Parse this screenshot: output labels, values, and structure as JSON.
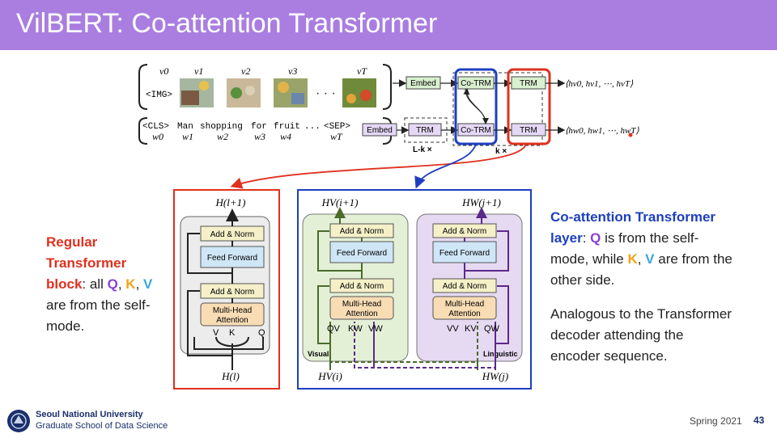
{
  "slide": {
    "title": "VilBERT: Co-attention Transformer",
    "left_text": {
      "part1": "Regular Transformer block",
      "part2": ": all ",
      "q": "Q",
      "comma1": ", ",
      "k": "K",
      "comma2": ", ",
      "v": "V",
      "part3": " are from the self-mode."
    },
    "right_text": {
      "part1": "Co-attention Transformer layer",
      "part2": ": ",
      "q": "Q",
      "part3": " is from the self-mode, while ",
      "k": "K",
      "comma": ", ",
      "v": "V",
      "part4": " are from the other side.",
      "para2": "Analogous to the Transformer decoder attending the encoder sequence."
    },
    "footer": {
      "university": "Seoul National University",
      "school": "Graduate School of Data Science",
      "date": "Spring 2021",
      "page": "43"
    }
  },
  "top_diagram": {
    "v_labels": [
      "v0",
      "v1",
      "v2",
      "v3",
      "vT"
    ],
    "img_token": "<IMG>",
    "dots": "· · ·",
    "text_tokens": [
      "<CLS>",
      "Man",
      "shopping",
      "for",
      "fruit",
      "...",
      "<SEP>"
    ],
    "w_labels": [
      "w0",
      "w1",
      "w2",
      "w3",
      "w4",
      "wT"
    ],
    "embed_label": "Embed",
    "trm_label": "TRM",
    "cotrm_label": "Co-TRM",
    "lk_label": "L-k ×",
    "k_label": "k ×",
    "out_visual": "⟨hv0, hv1, ⋯, hvT⟩",
    "out_text": "⟨hw0, hw1, ⋯, hwT⟩",
    "colors": {
      "blue_box": "#1d3fbf",
      "red_box": "#e0301e",
      "embed_fill": "#e4d8f5",
      "trm_fill": "#d8f0cf"
    }
  },
  "left_block": {
    "h_top": "H(l+1)",
    "h_bottom": "H(l)",
    "add_norm": "Add & Norm",
    "feed_forward": "Feed Forward",
    "mha_line1": "Multi-Head",
    "mha_line2": "Attention",
    "inputs": [
      "V",
      "K",
      "Q"
    ]
  },
  "right_block": {
    "hv_top": "HV(i+1)",
    "hw_top": "HW(j+1)",
    "hv_bottom": "HV(i)",
    "hw_bottom": "HW(j)",
    "add_norm": "Add & Norm",
    "feed_forward": "Feed Forward",
    "mha_line1": "Multi-Head",
    "mha_line2": "Attention",
    "visual_inputs": [
      "QV",
      "KW",
      "VW"
    ],
    "linguistic_inputs": [
      "VV",
      "KV",
      "QW"
    ],
    "visual_label": "Visual",
    "linguistic_label": "Linguistic"
  }
}
